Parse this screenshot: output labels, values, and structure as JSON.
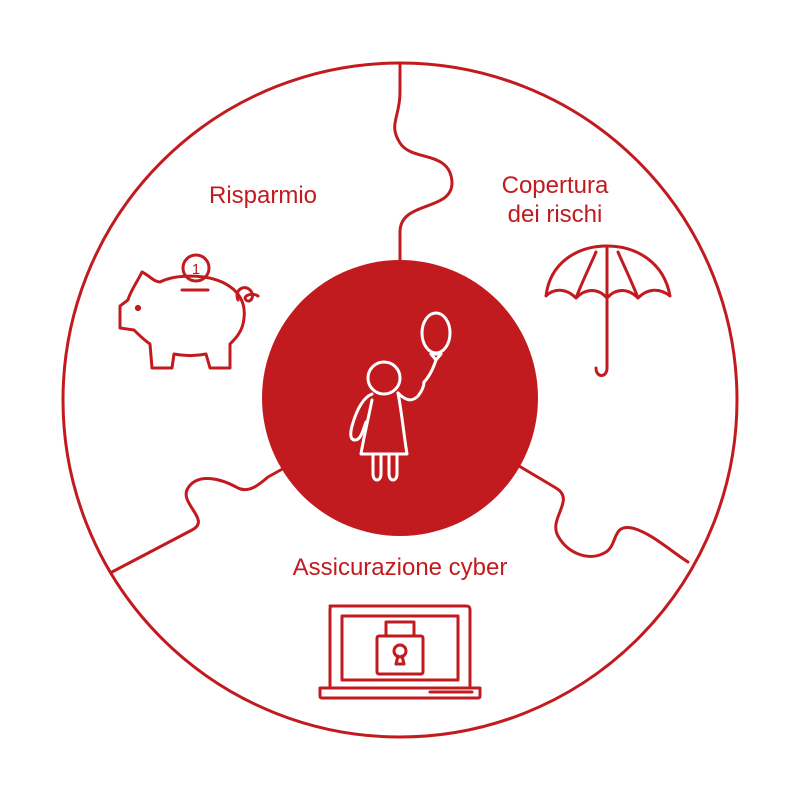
{
  "segments": {
    "savings": {
      "label": "Risparmio",
      "icon": "piggy-bank-icon",
      "coin_number": "1"
    },
    "risk_coverage": {
      "label_line1": "Copertura",
      "label_line2": "dei rischi",
      "icon": "umbrella-icon"
    },
    "cyber": {
      "label": "Assicurazione cyber",
      "icon": "laptop-lock-icon"
    }
  },
  "center": {
    "icon": "child-with-balloon-icon"
  },
  "colors": {
    "accent": "#c21b1f",
    "background": "#ffffff"
  }
}
